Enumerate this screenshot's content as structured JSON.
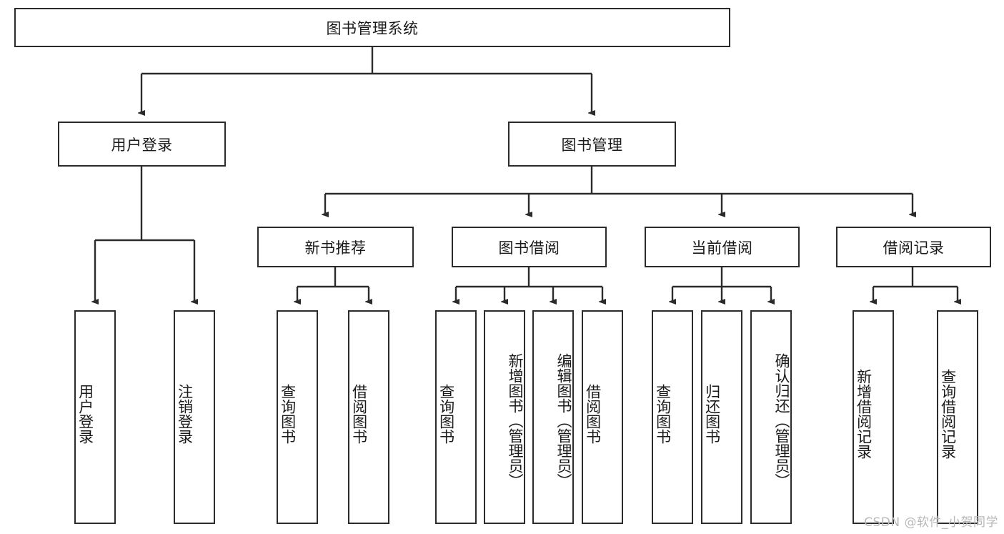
{
  "diagram": {
    "type": "tree-hierarchy",
    "title": "图书管理系统",
    "watermark": "CSDN @软件_小贺同学",
    "colors": {
      "border": "#2b2b2b",
      "background": "#ffffff",
      "text": "#1a1a1a",
      "edge": "#2b2b2b",
      "watermark": "#b8b8b8"
    },
    "levels": {
      "root": {
        "label": "图书管理系统"
      },
      "level2": [
        {
          "label": "用户登录"
        },
        {
          "label": "图书管理"
        }
      ],
      "level3": [
        {
          "label": "新书推荐"
        },
        {
          "label": "图书借阅"
        },
        {
          "label": "当前借阅"
        },
        {
          "label": "借阅记录"
        }
      ],
      "leaves": {
        "user_login": [
          {
            "label": "用户登录"
          },
          {
            "label": "注销登录"
          }
        ],
        "new_book_recommend": [
          {
            "label": "查询图书"
          },
          {
            "label": "借阅图书"
          }
        ],
        "book_borrow": [
          {
            "label": "查询图书"
          },
          {
            "label": "新增图书（管理员）"
          },
          {
            "label": "编辑图书（管理员）"
          },
          {
            "label": "借阅图书"
          }
        ],
        "current_borrow": [
          {
            "label": "查询图书"
          },
          {
            "label": "归还图书"
          },
          {
            "label": "确认归还（管理员）"
          }
        ],
        "borrow_record": [
          {
            "label": "新增借阅记录"
          },
          {
            "label": "查询借阅记录"
          }
        ]
      }
    }
  }
}
